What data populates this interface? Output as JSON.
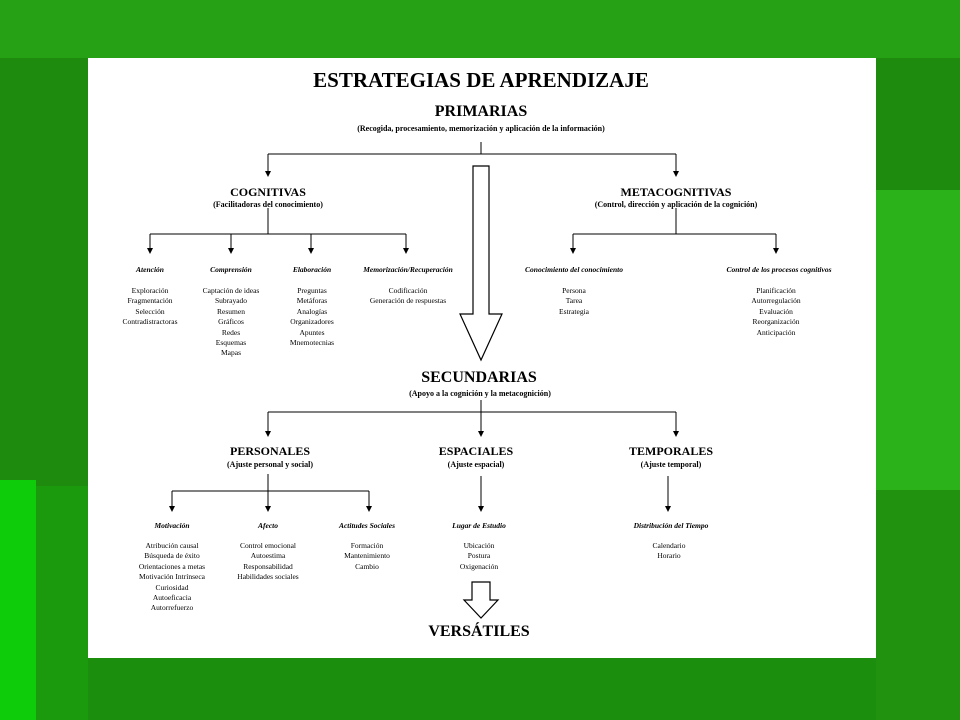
{
  "colors": {
    "background": "#1e8a0e",
    "accent_light": "#3fba2a",
    "accent_dark": "#136b05",
    "card": "#ffffff",
    "ink": "#000000"
  },
  "title": "ESTRATEGIAS DE APRENDIZAJE",
  "primarias": {
    "label": "PRIMARIAS",
    "sub": "(Recogida, procesamiento, memorización y aplicación de la información)",
    "cognitivas": {
      "label": "COGNITIVAS",
      "sub": "(Facilitadoras del conocimiento)",
      "categories": [
        {
          "name": "Atención",
          "items": [
            "Exploración",
            "Fragmentación",
            "Selección",
            "Contradistractoras"
          ]
        },
        {
          "name": "Comprensión",
          "items": [
            "Captación de ideas",
            "Subrayado",
            "Resumen",
            "Gráficos",
            "Redes",
            "Esquemas",
            "Mapas"
          ]
        },
        {
          "name": "Elaboración",
          "items": [
            "Preguntas",
            "Metáforas",
            "Analogías",
            "Organizadores",
            "Apuntes",
            "Mnemotecnias"
          ]
        },
        {
          "name": "Memorización/Recuperación",
          "items": [
            "Codificación",
            "Generación de respuestas"
          ]
        }
      ]
    },
    "metacognitivas": {
      "label": "METACOGNITIVAS",
      "sub": "(Control, dirección y aplicación de la cognición)",
      "categories": [
        {
          "name": "Conocimiento del conocimiento",
          "items": [
            "Persona",
            "Tarea",
            "Estrategia"
          ]
        },
        {
          "name": "Control de los procesos cognitivos",
          "items": [
            "Planificación",
            "Autorregulación",
            "Evaluación",
            "Reorganización",
            "Anticipación"
          ]
        }
      ]
    }
  },
  "secundarias": {
    "label": "SECUNDARIAS",
    "sub": "(Apoyo a la cognición y la metacognición)",
    "personales": {
      "label": "PERSONALES",
      "sub": "(Ajuste personal y social)",
      "categories": [
        {
          "name": "Motivación",
          "items": [
            "Atribución causal",
            "Búsqueda de éxito",
            "Orientaciones a metas",
            "Motivación Intrínseca",
            "Curiosidad",
            "Autoeficacia",
            "Autorrefuerzo"
          ]
        },
        {
          "name": "Afecto",
          "items": [
            "Control emocional",
            "Autoestima",
            "Responsabilidad",
            "Habilidades sociales"
          ]
        },
        {
          "name": "Actitudes Sociales",
          "items": [
            "Formación",
            "Mantenimiento",
            "Cambio"
          ]
        }
      ]
    },
    "espaciales": {
      "label": "ESPACIALES",
      "sub": "(Ajuste espacial)",
      "categories": [
        {
          "name": "Lugar de Estudio",
          "items": [
            "Ubicación",
            "Postura",
            "Oxigenación"
          ]
        }
      ]
    },
    "temporales": {
      "label": "TEMPORALES",
      "sub": "(Ajuste temporal)",
      "categories": [
        {
          "name": "Distribución del Tiempo",
          "items": [
            "Calendario",
            "Horario"
          ]
        }
      ]
    }
  },
  "versatiles": {
    "label": "VERSÁTILES"
  }
}
